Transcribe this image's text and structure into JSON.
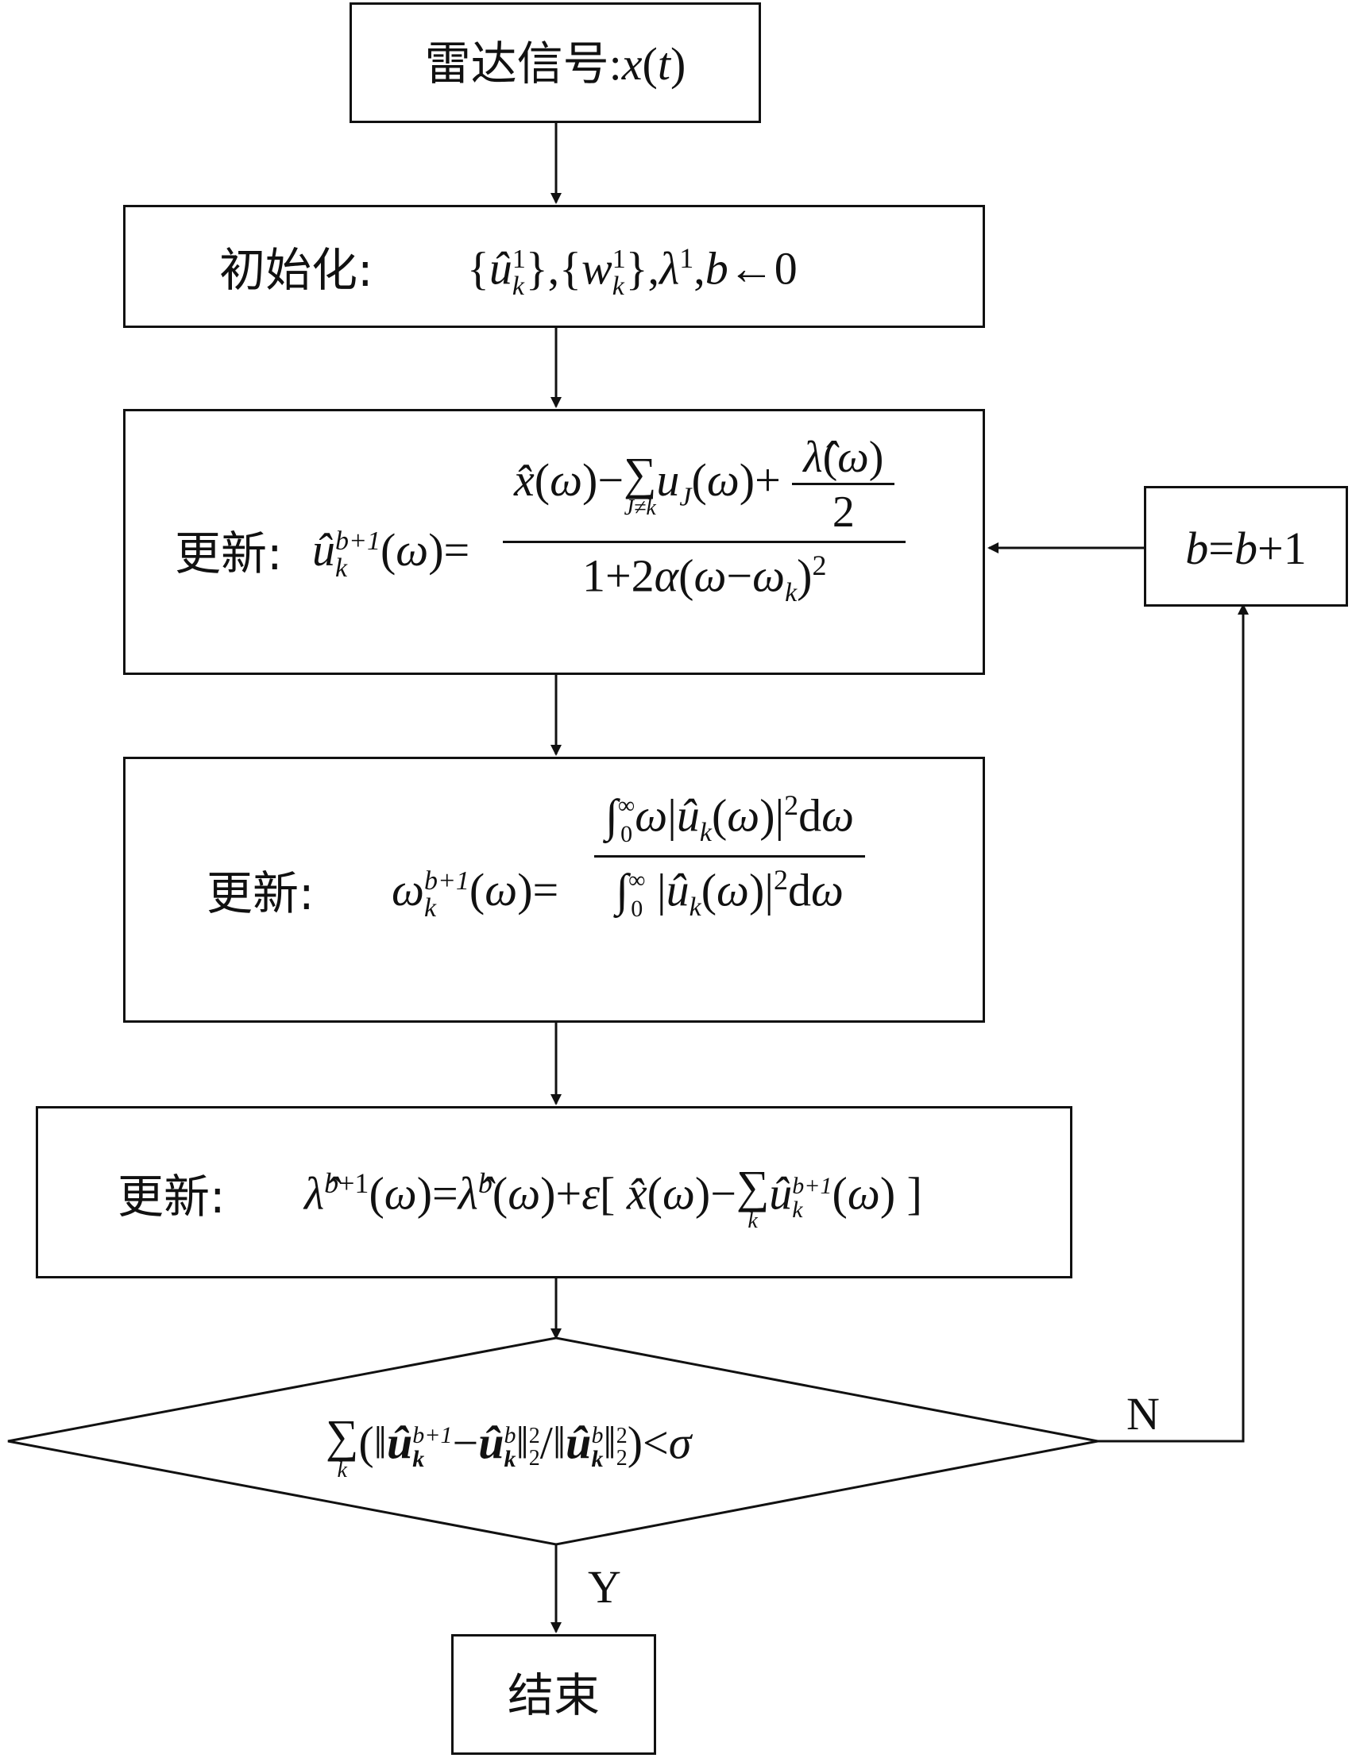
{
  "nodes": {
    "start": "雷达信号:x(t)",
    "init_label": "初始化:",
    "init_formula": "{û_k^1},{w_k^1},λ^1,b←0",
    "update_u_label": "更新:",
    "update_u_lhs": "û_k^{b+1}(ω)=",
    "update_u_num": "x̂(ω)−∑_{J≠k} u_J(ω)+ λ̂(ω)/2",
    "update_u_den": "1+2α(ω−ω_k)^2",
    "update_w_label": "更新:",
    "update_w_lhs": "ω_k^{b+1}(ω)=",
    "update_w_num": "∫_0^∞ ω|û_k(ω)|^2dω",
    "update_w_den": "∫_0^∞ |û_k(ω)|^2dω",
    "update_l_label": "更新:",
    "update_l_formula": "λ̂^{b+1}(ω)=λ̂^b(ω)+ε[x̂(ω)−∑_k û_k^{b+1}(ω)]",
    "decision": "∑_k(‖û_k^{b+1}−û_k^b‖_2^2/‖û_k^b‖_2^2)<σ",
    "increment": "b=b+1",
    "end": "结束"
  },
  "edges": {
    "no_label": "N",
    "yes_label": "Y"
  }
}
